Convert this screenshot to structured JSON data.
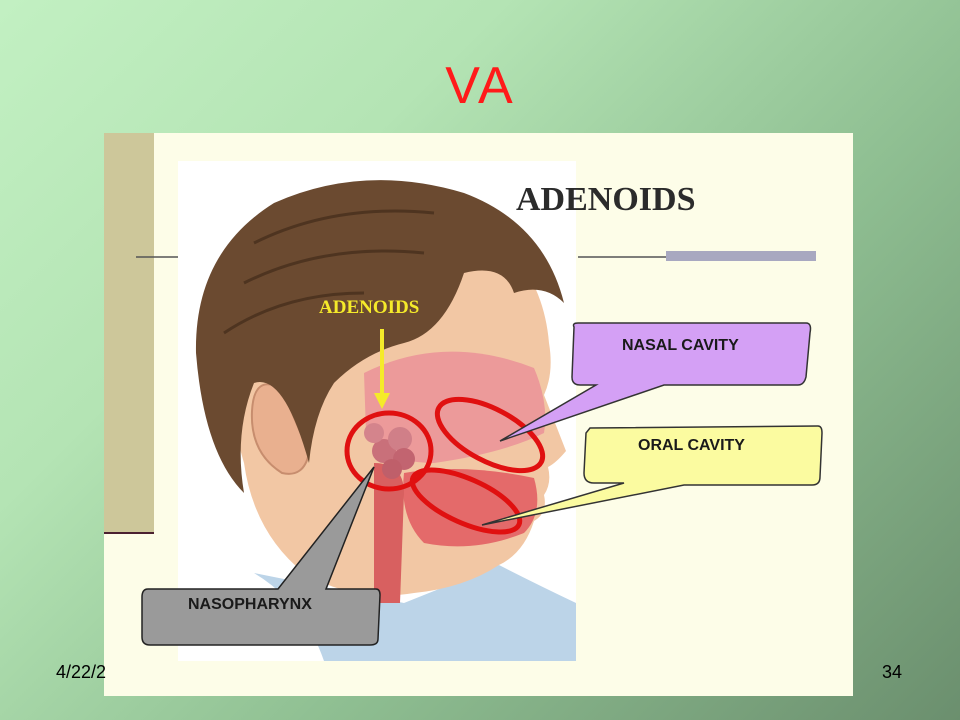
{
  "slide": {
    "title": "VA",
    "date": "4/22/2",
    "page_number": "34"
  },
  "figure": {
    "heading": "ADENOIDS",
    "labels": {
      "adenoids": "ADENOIDS",
      "nasal_cavity": "NASAL CAVITY",
      "oral_cavity": "ORAL CAVITY",
      "nasopharynx": "NASOPHARYNX"
    },
    "colors": {
      "highlight_ring": "#e01010",
      "pointer_arrow": "#f5ea2a",
      "nasal_callout": "#d4a0f5",
      "oral_callout": "#fbfba0",
      "nasopharynx_callout": "#9a9a9a"
    }
  }
}
